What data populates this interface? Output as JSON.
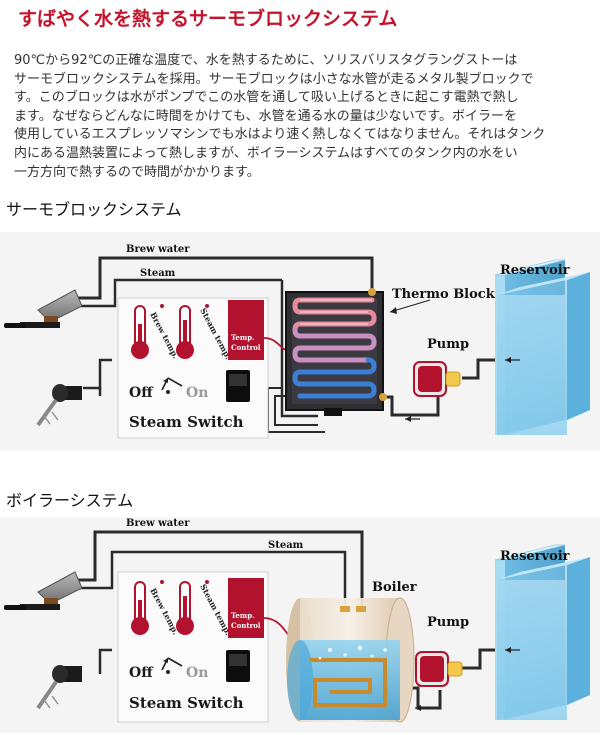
{
  "title": "すばやく水を熱するサーモブロックシステム",
  "paragraph_lines": [
    "90℃から92℃の正確な温度で、水を熱するために、ソリスバリスタグラングストーは",
    "サーモブロックシステムを採用。サーモブロックは小さな水管が走るメタル製ブロックで",
    "す。このブロックは水がポンプでこの水管を通して吸い上げるときに起こす電熱で熱し",
    "ます。なぜならどんなに時間をかけても、水管を通る水の量は少ないです。ボイラーを",
    "使用しているエスプレッソマシンでも水はより速く熱しなくてはなりません。それはタンク",
    "内にある温熱装置によって熱しますが、ボイラーシステムはすべてのタンク内の水をい",
    "一方方向で熱するので時間がかかります。"
  ],
  "sections": [
    {
      "heading": "サーモブロックシステム",
      "brew_water": "Brew water",
      "steam": "Steam",
      "heater_label": "Thermo Block",
      "pump": "Pump",
      "reservoir": "Reservoir",
      "brew_temp": "Brew temp.",
      "steam_temp": "Steam temp.",
      "temp_control": [
        "Temp.",
        "Control"
      ],
      "off": "Off",
      "on": "On",
      "steam_switch": "Steam Switch"
    },
    {
      "heading": "ボイラーシステム",
      "brew_water": "Brew water",
      "steam": "Steam",
      "heater_label": "Boiler",
      "pump": "Pump",
      "reservoir": "Reservoir",
      "brew_temp": "Brew temp.",
      "steam_temp": "Steam temp.",
      "temp_control": [
        "Temp.",
        "Control"
      ],
      "off": "Off",
      "on": "On",
      "steam_switch": "Steam Switch"
    }
  ],
  "colors": {
    "title": "#c4132b",
    "accent_red": "#b2122e",
    "water_blue": "#5ab4e0",
    "pipe": "#2b2b2b",
    "thermoblock_body": "#2f2f33",
    "coil_hot": "#e88a9a",
    "coil_cold": "#3b7fd6",
    "brass": "#d9a23a"
  }
}
